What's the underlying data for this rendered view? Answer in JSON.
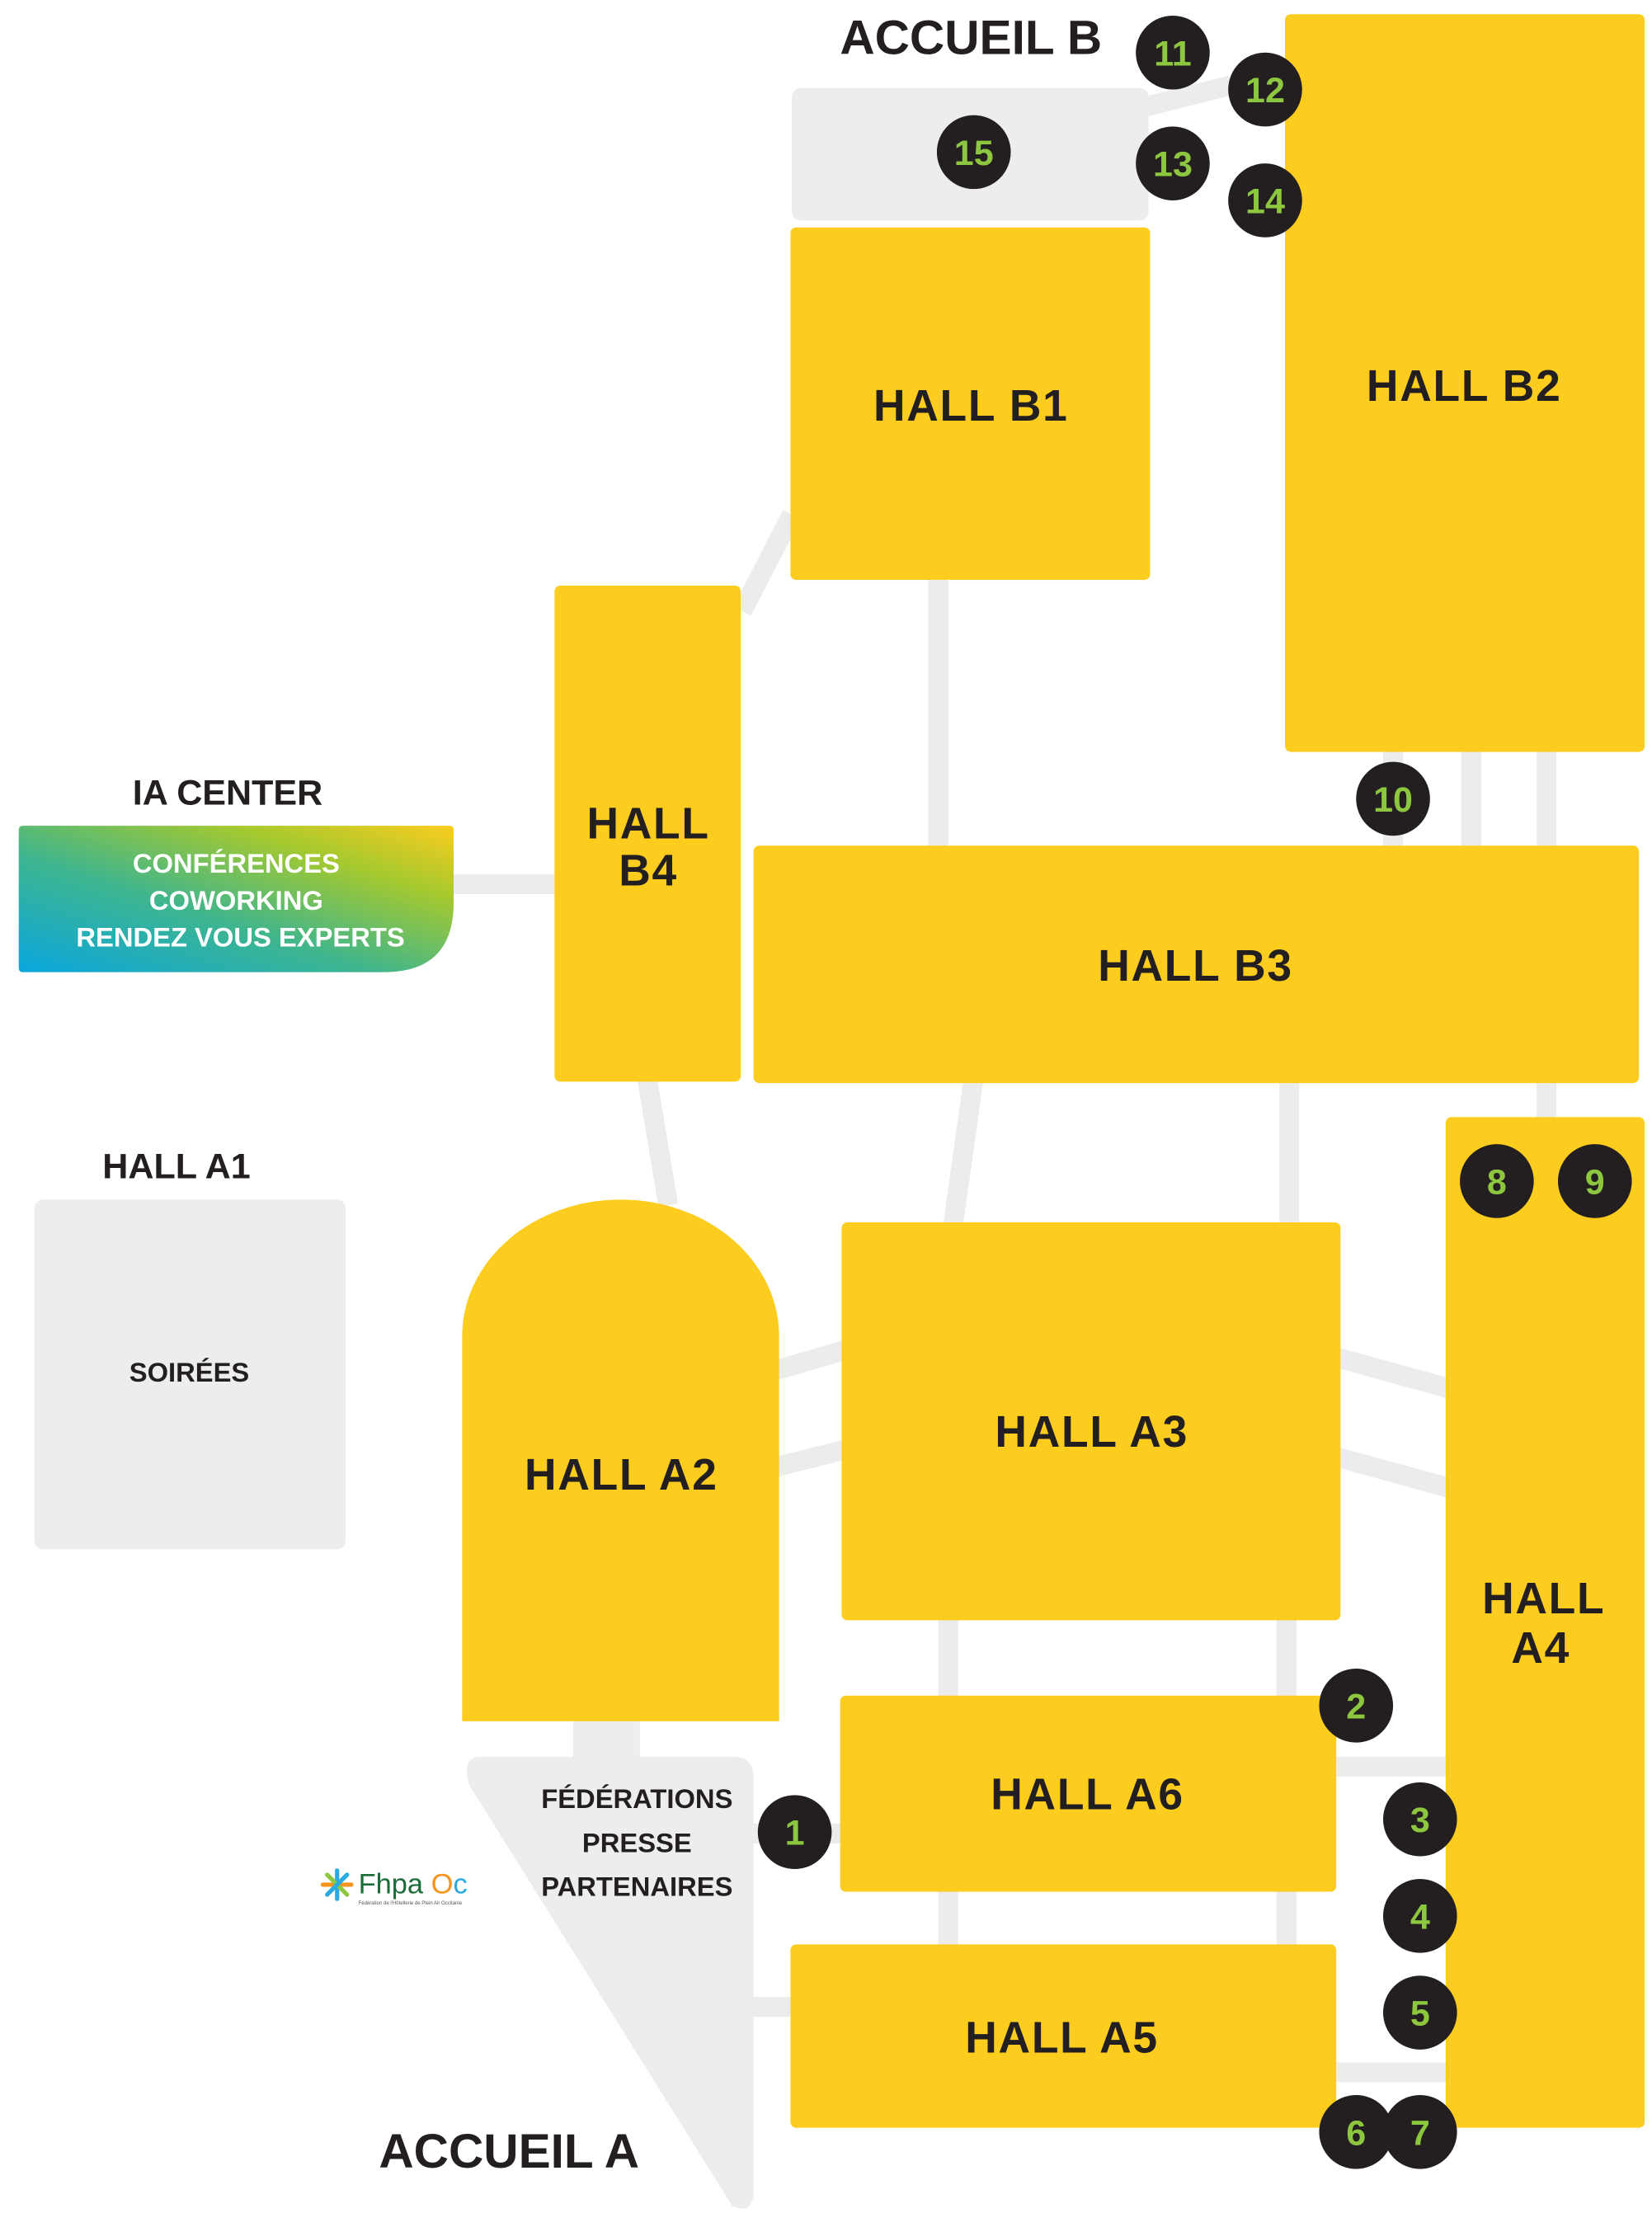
{
  "colors": {
    "hall": "#FCCC1F",
    "grey_zone": "#EEEDED",
    "marker": "#231F20",
    "marker_number": "#8DC63F"
  },
  "halls": {
    "b1": "HALL B1",
    "b2": "HALL B2",
    "b3": "HALL B3",
    "b4_l1": "HALL",
    "b4_l2": "B4",
    "a2": "HALL A2",
    "a3": "HALL A3",
    "a4_l1": "HALL",
    "a4_l2": "A4",
    "a5": "HALL A5",
    "a6": "HALL A6",
    "a1": "HALL A1"
  },
  "zones": {
    "accueil_b": "ACCUEIL B",
    "accueil_a": "ACCUEIL A",
    "ia_center": {
      "title": "IA CENTER",
      "lines": [
        "CONFÉRENCES",
        "COWORKING",
        "RENDEZ VOUS EXPERTS"
      ]
    },
    "a1_zone": "SOIRÉES",
    "federations": [
      "FÉDÉRATIONS",
      "PRESSE",
      "PARTENAIRES"
    ]
  },
  "logo": {
    "name": "Fhpa Oc",
    "tagline": "Fédération de l'Hôtellerie de Plein Air Occitanie"
  },
  "markers": [
    "1",
    "2",
    "3",
    "4",
    "5",
    "6",
    "7",
    "8",
    "9",
    "10",
    "11",
    "12",
    "13",
    "14",
    "15"
  ]
}
